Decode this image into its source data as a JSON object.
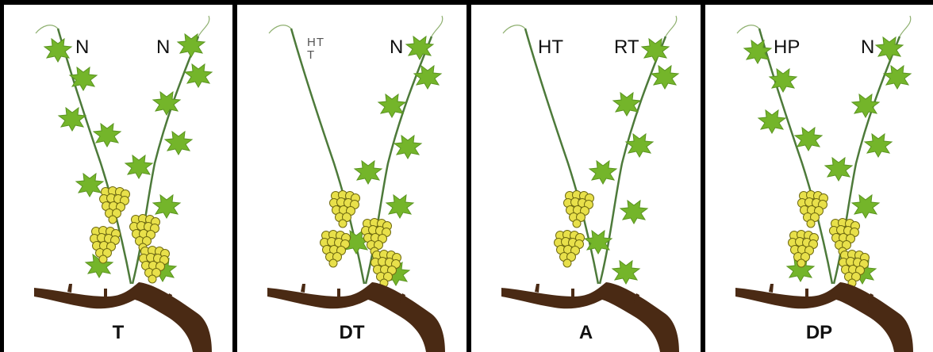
{
  "panels": [
    {
      "top_left": "N",
      "top_right": "N",
      "bottom": "T"
    },
    {
      "top_left": "HT\nT",
      "top_right": "N",
      "bottom": "DT"
    },
    {
      "top_left": "HT",
      "top_right": "RT",
      "bottom": "A"
    },
    {
      "top_left": "HP",
      "top_right": "N",
      "bottom": "DP"
    }
  ],
  "colors": {
    "leaf": "#74b52a",
    "leaf_dark": "#5a9420",
    "stem": "#4d7a3a",
    "grape": "#e8e04a",
    "grape_edge": "#6f6a10",
    "wood": "#4a2a14"
  }
}
